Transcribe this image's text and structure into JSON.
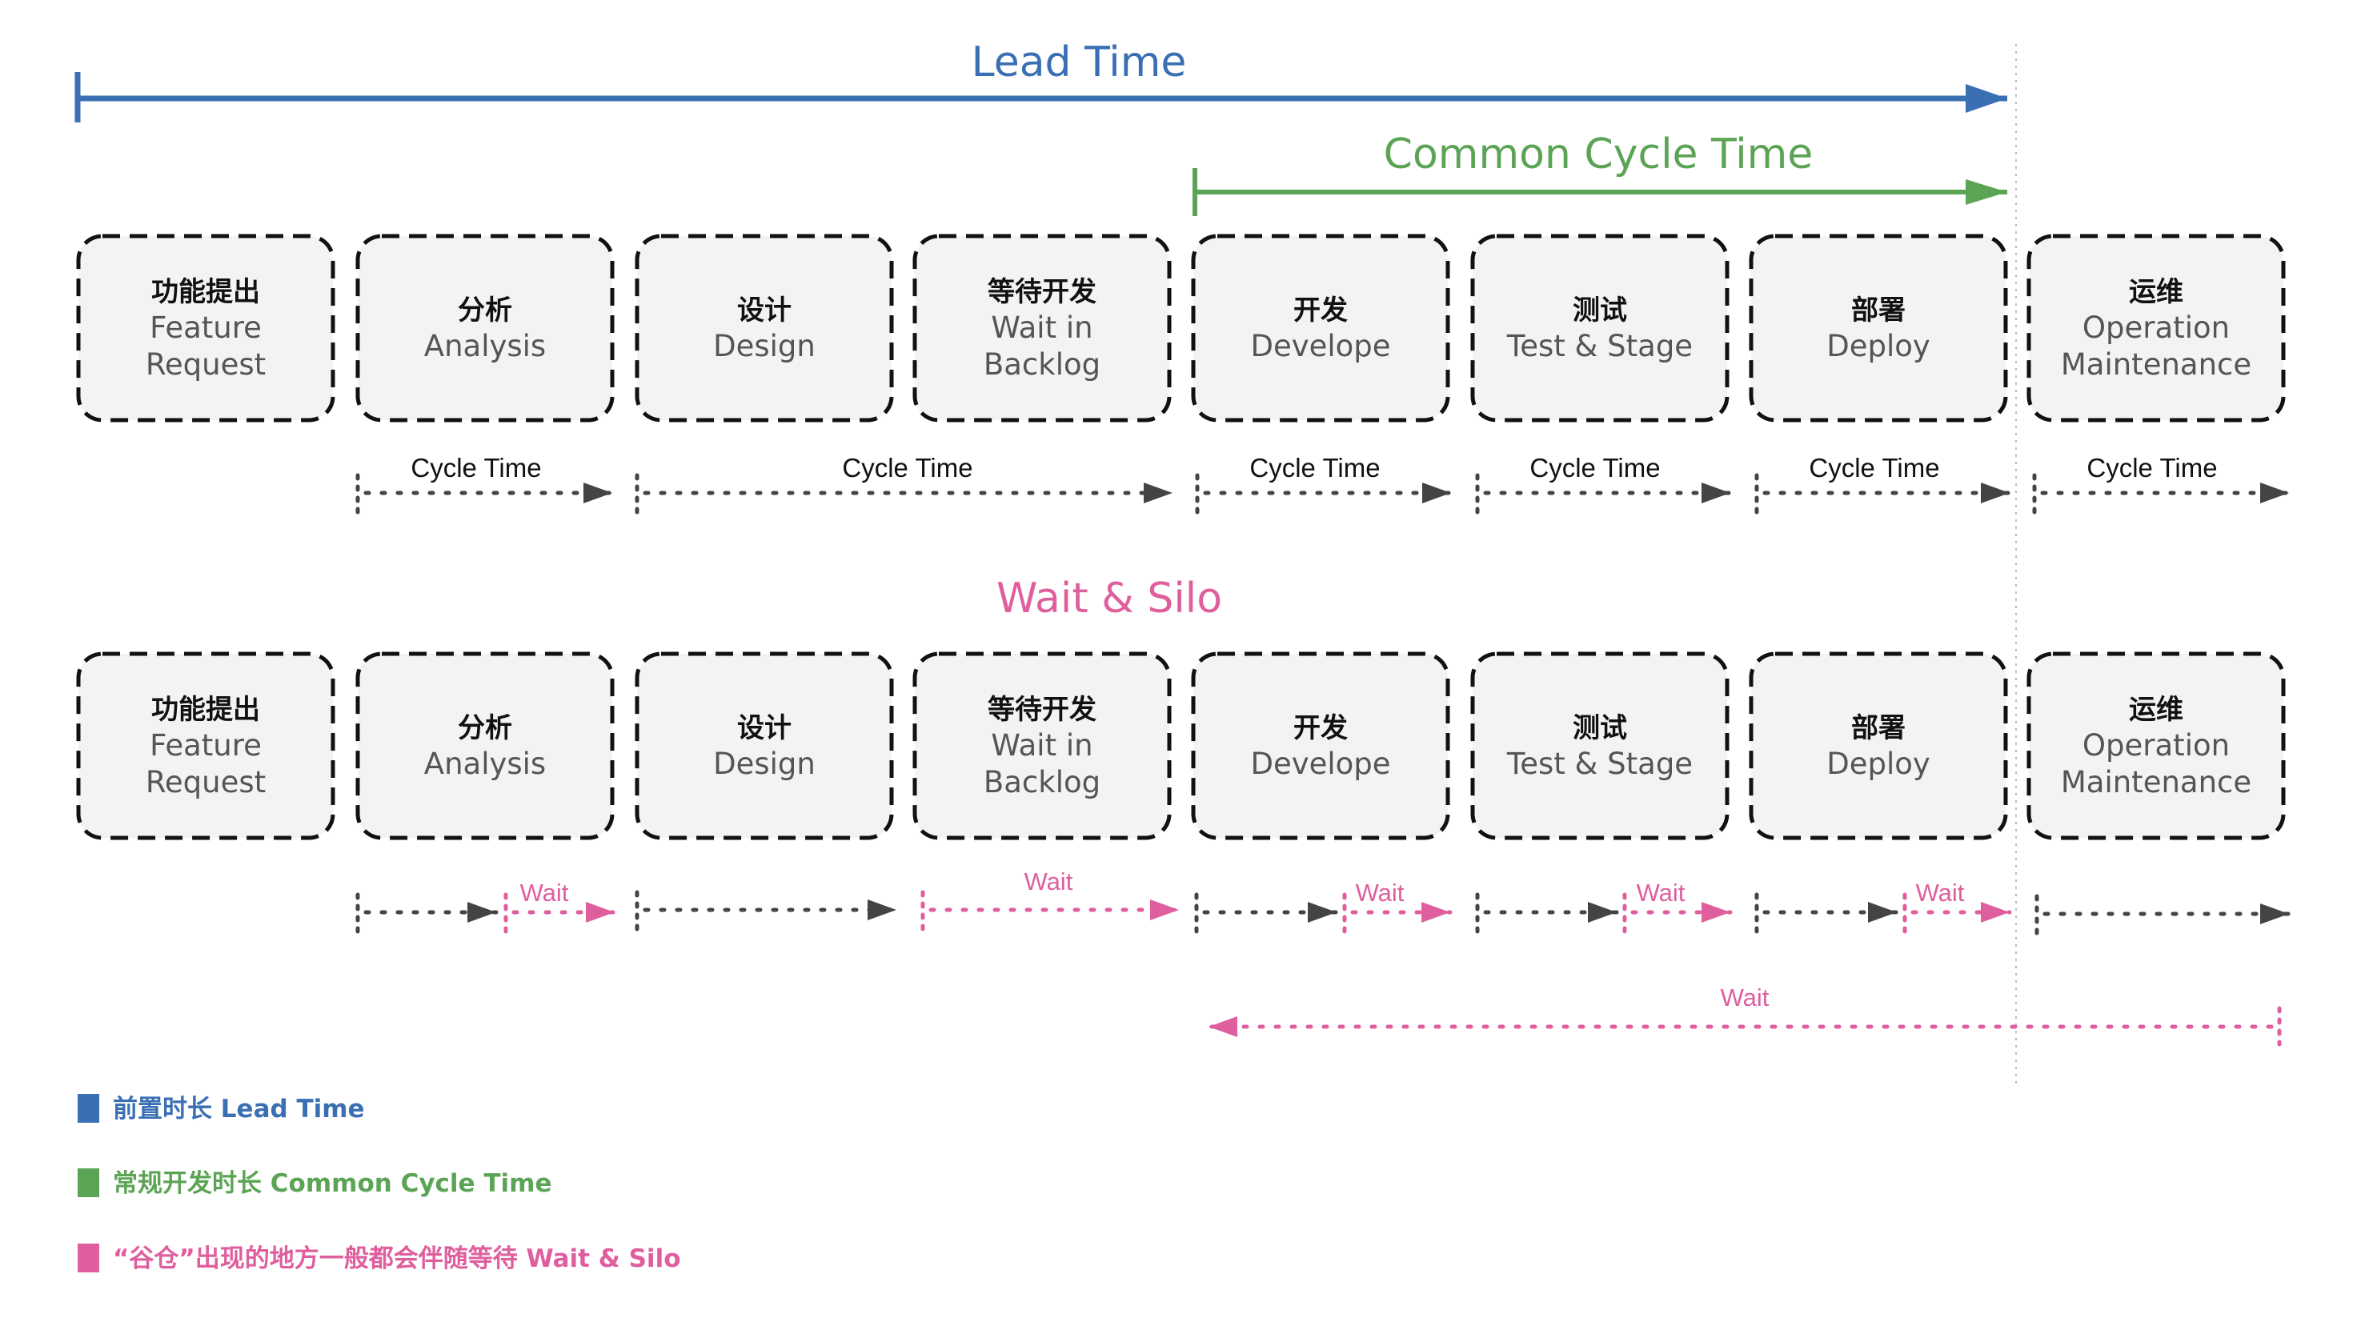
{
  "colors": {
    "lead": "#3a6fb4",
    "common": "#5ca455",
    "wait": "#df5f9e",
    "flow": "#444444",
    "box_border": "#111111",
    "box_fill": "#f3f3f3",
    "divider": "#bbbbbb"
  },
  "headers": {
    "lead_time": "Lead Time",
    "common_cycle_time": "Common Cycle Time",
    "wait_silo": "Wait & Silo"
  },
  "stages": [
    {
      "zh": "功能提出",
      "en": [
        "Feature",
        "Request"
      ]
    },
    {
      "zh": "分析",
      "en": [
        "Analysis"
      ]
    },
    {
      "zh": "设计",
      "en": [
        "Design"
      ]
    },
    {
      "zh": "等待开发",
      "en": [
        "Wait in",
        "Backlog"
      ]
    },
    {
      "zh": "开发",
      "en": [
        "Develope"
      ]
    },
    {
      "zh": "测试",
      "en": [
        "Test & Stage"
      ]
    },
    {
      "zh": "部署",
      "en": [
        "Deploy"
      ]
    },
    {
      "zh": "运维",
      "en": [
        "Operation",
        "Maintenance"
      ]
    }
  ],
  "cycle_time_label": "Cycle Time",
  "wait_label": "Wait",
  "legend": [
    {
      "text": "前置时长 Lead Time",
      "color": "#3a6fb4"
    },
    {
      "text": "常规开发时长 Common Cycle Time",
      "color": "#5ca455"
    },
    {
      "text": "“谷仓”出现的地方一般都会伴随等待 Wait & Silo",
      "color": "#df5f9e"
    }
  ]
}
